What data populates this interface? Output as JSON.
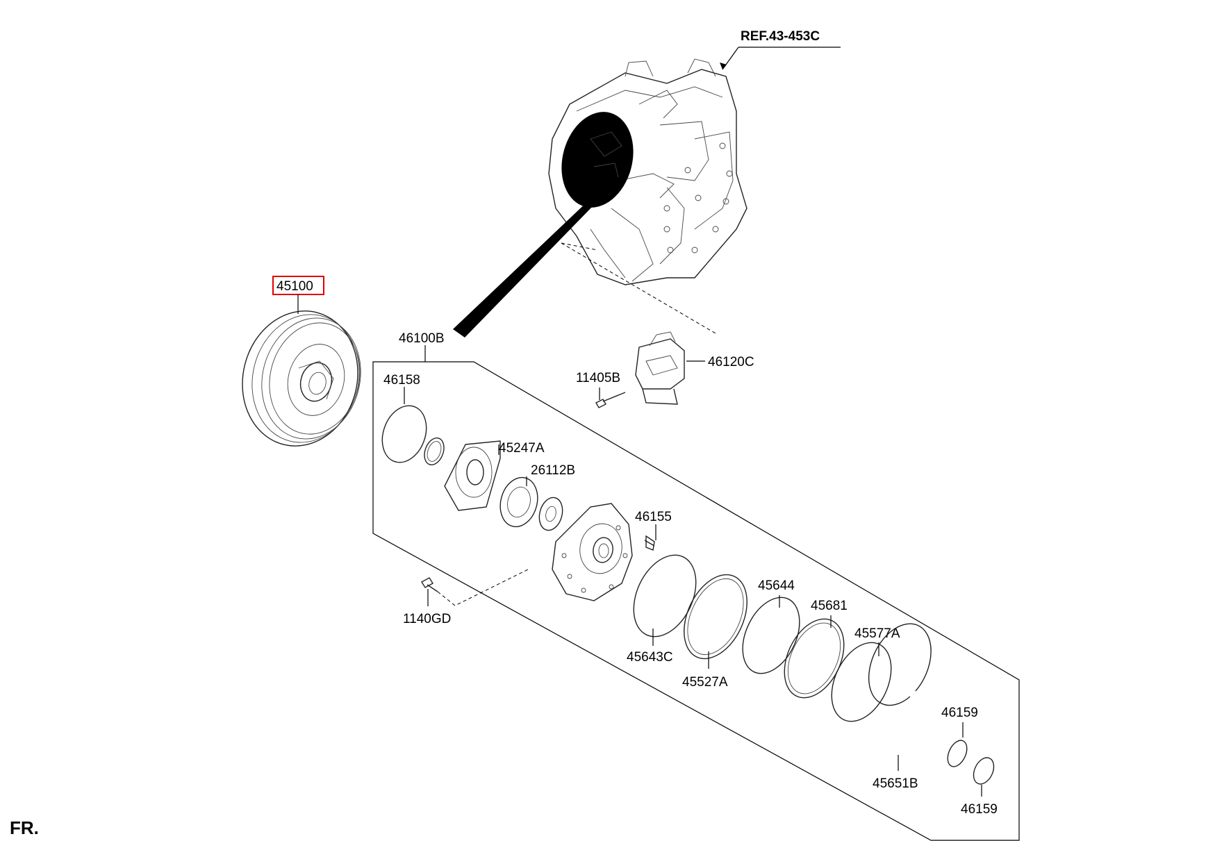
{
  "reference_label": "REF.43-453C",
  "direction_label": "FR.",
  "highlight_color": "#e00000",
  "parts": {
    "p45100": "45100",
    "p46100B": "46100B",
    "p46158": "46158",
    "p45247A": "45247A",
    "p26112B": "26112B",
    "p46155": "46155",
    "p1140GD": "1140GD",
    "p11405B": "11405B",
    "p46120C": "46120C",
    "p45643C": "45643C",
    "p45527A": "45527A",
    "p45644": "45644",
    "p45681": "45681",
    "p45577A": "45577A",
    "p46159a": "46159",
    "p45651B": "45651B",
    "p46159b": "46159"
  }
}
